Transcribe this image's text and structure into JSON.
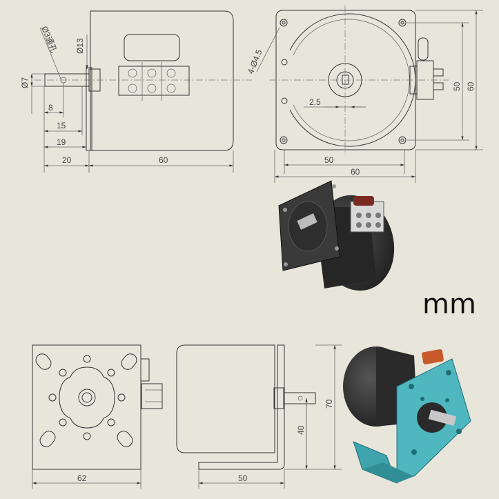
{
  "units_label": "mm",
  "views": {
    "side": {
      "shaft_dia": "Ø7",
      "hole_label": "Ø3通孔",
      "boss_dia": "Ø13",
      "d8": "8",
      "d15": "15",
      "d19": "19",
      "d20": "20",
      "d60": "60"
    },
    "front": {
      "holes_label": "4-Ø4.5",
      "d2_5": "2.5",
      "d50_w": "50",
      "d60_w": "60",
      "d50_h": "50",
      "d60_h": "60"
    },
    "bracket_front": {
      "d62": "62"
    },
    "bracket_side": {
      "d50": "50",
      "d40": "40",
      "d70": "70"
    }
  },
  "colors": {
    "background": "#e8e6db",
    "motor_body": "#2b2b2b",
    "bracket": "#4fb7c0",
    "connector": "#c85a2a"
  }
}
